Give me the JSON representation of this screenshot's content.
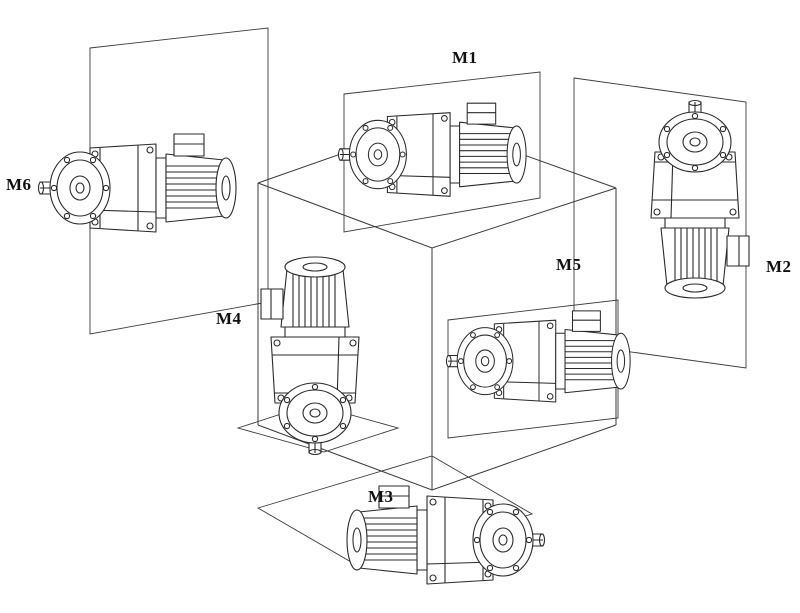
{
  "figure": {
    "background": "#ffffff",
    "line_color": "#2a2a2a",
    "description": "Mounting positions diagram of six gearmotors arranged around an isometric cube"
  },
  "positions": [
    {
      "id": "m1",
      "label": "M1"
    },
    {
      "id": "m2",
      "label": "M2"
    },
    {
      "id": "m3",
      "label": "M3"
    },
    {
      "id": "m4",
      "label": "M4"
    },
    {
      "id": "m5",
      "label": "M5"
    },
    {
      "id": "m6",
      "label": "M6"
    }
  ]
}
